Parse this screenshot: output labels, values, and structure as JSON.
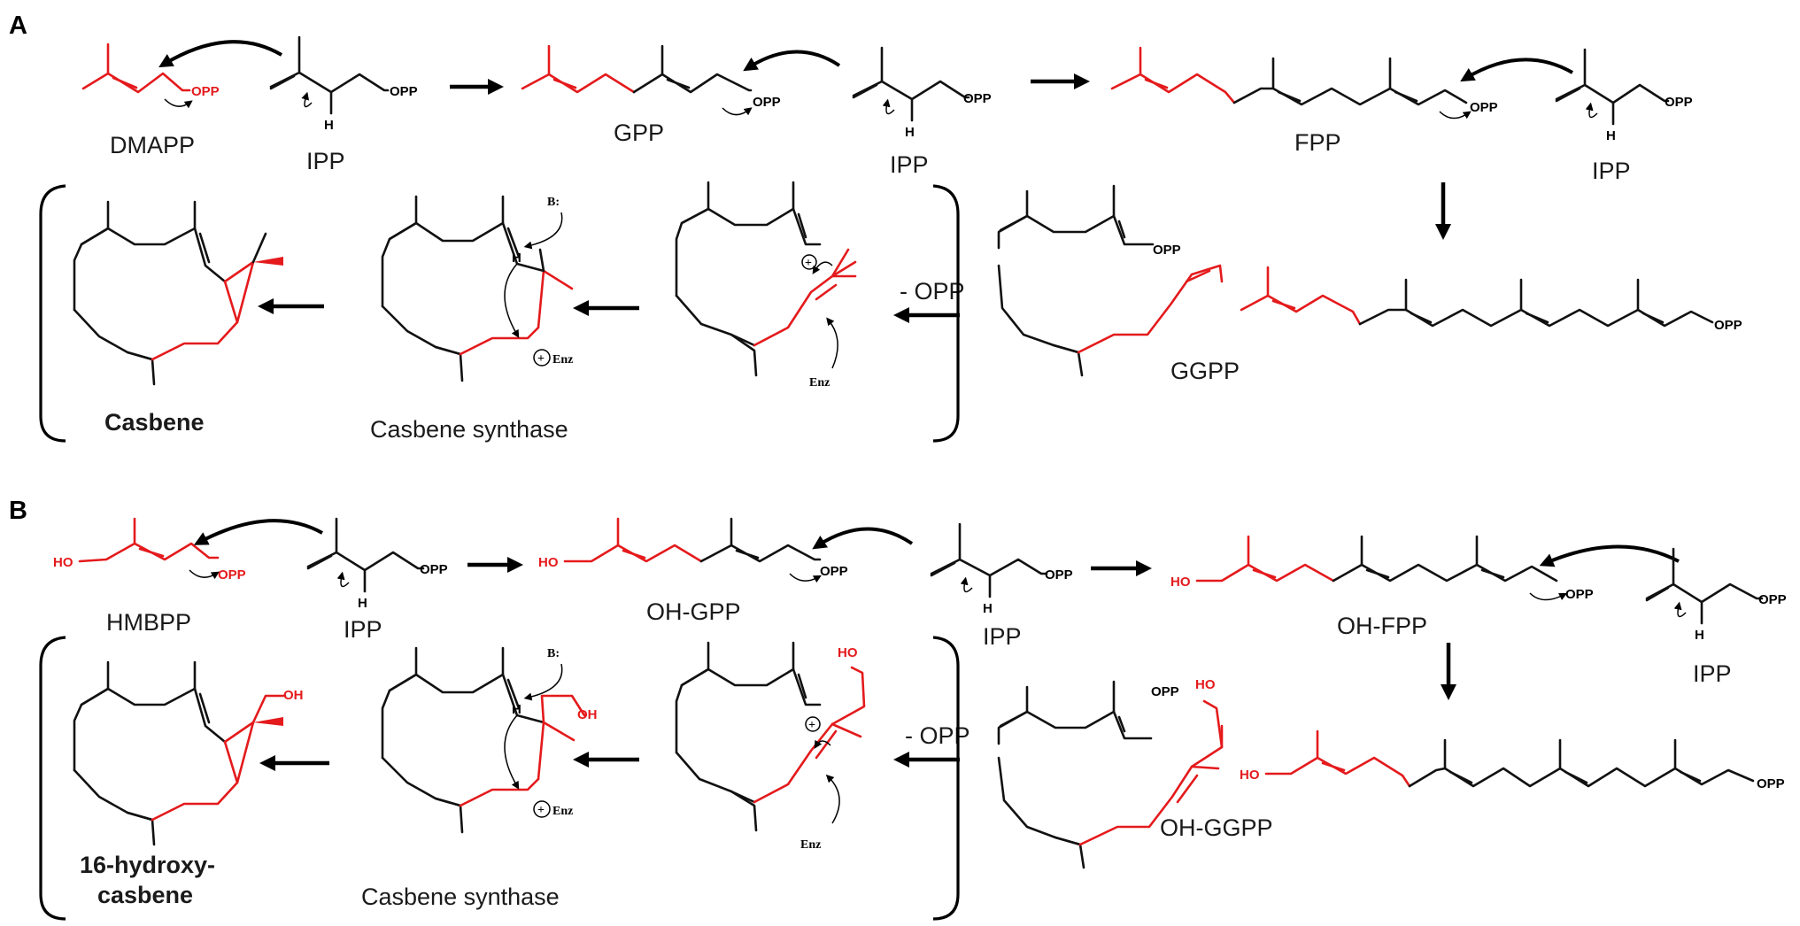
{
  "panels": {
    "a": {
      "letter": "A",
      "dmapp": "DMAPP",
      "ipp1": "IPP",
      "gpp": "GPP",
      "ipp2": "IPP",
      "fpp": "FPP",
      "ipp3": "IPP",
      "ggpp": "GGPP",
      "casbene": "Casbene",
      "enzyme": "Casbene synthase",
      "minus_opp": "- OPP"
    },
    "b": {
      "letter": "B",
      "hmbpp": "HMBPP",
      "ipp1": "IPP",
      "ohgpp": "OH-GPP",
      "ipp2": "IPP",
      "ohfpp": "OH-FPP",
      "ipp3": "IPP",
      "ohggpp": "OH-GGPP",
      "product_line1": "16-hydroxy-",
      "product_line2": "casbene",
      "enzyme": "Casbene synthase",
      "minus_opp": "- OPP"
    }
  },
  "glyphs": {
    "opp": "OPP",
    "ho": "HO",
    "oh": "OH",
    "h": "H",
    "base": "B:",
    "enz": "Enz",
    "plus": "+"
  },
  "colors": {
    "prenyl_unit": "#e41a1c",
    "structure": "#111111"
  }
}
